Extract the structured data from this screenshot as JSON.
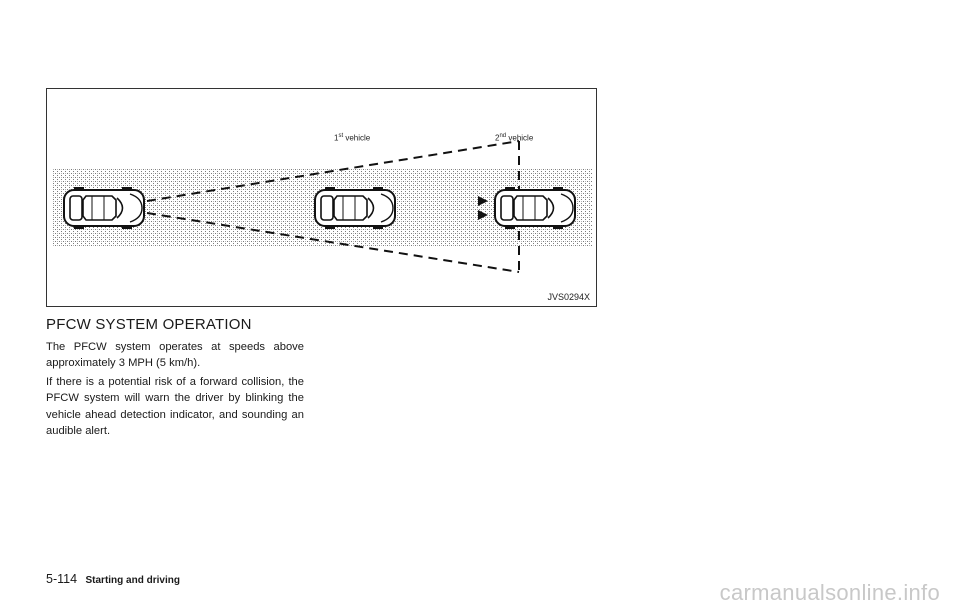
{
  "figure": {
    "label_first_num": "1",
    "label_first_sup": "st",
    "label_first_word": " vehicle",
    "label_second_num": "2",
    "label_second_sup": "nd",
    "label_second_word": " vehicle",
    "code": "JVS0294X"
  },
  "section": {
    "title": "PFCW SYSTEM OPERATION",
    "paragraphs": [
      "The PFCW system operates at speeds above approximately 3 MPH (5 km/h).",
      "If there is a potential risk of a forward collision, the PFCW system will warn the driver by blinking the vehicle ahead detection indicator, and sounding an audible alert."
    ]
  },
  "footer": {
    "page_number": "5-114",
    "chapter": "Starting and driving"
  },
  "watermark": "carmanualsonline.info"
}
